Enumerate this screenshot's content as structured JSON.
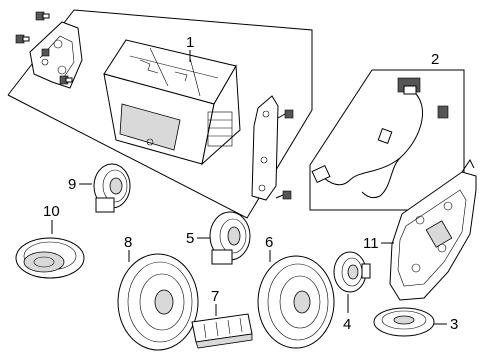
{
  "diagram": {
    "callouts": [
      {
        "id": "callout-1",
        "label": "1"
      },
      {
        "id": "callout-2",
        "label": "2"
      },
      {
        "id": "callout-3",
        "label": "3"
      },
      {
        "id": "callout-4",
        "label": "4"
      },
      {
        "id": "callout-5",
        "label": "5"
      },
      {
        "id": "callout-6",
        "label": "6"
      },
      {
        "id": "callout-7",
        "label": "7"
      },
      {
        "id": "callout-8",
        "label": "8"
      },
      {
        "id": "callout-9",
        "label": "9"
      },
      {
        "id": "callout-10",
        "label": "10"
      },
      {
        "id": "callout-11",
        "label": "11"
      }
    ]
  }
}
